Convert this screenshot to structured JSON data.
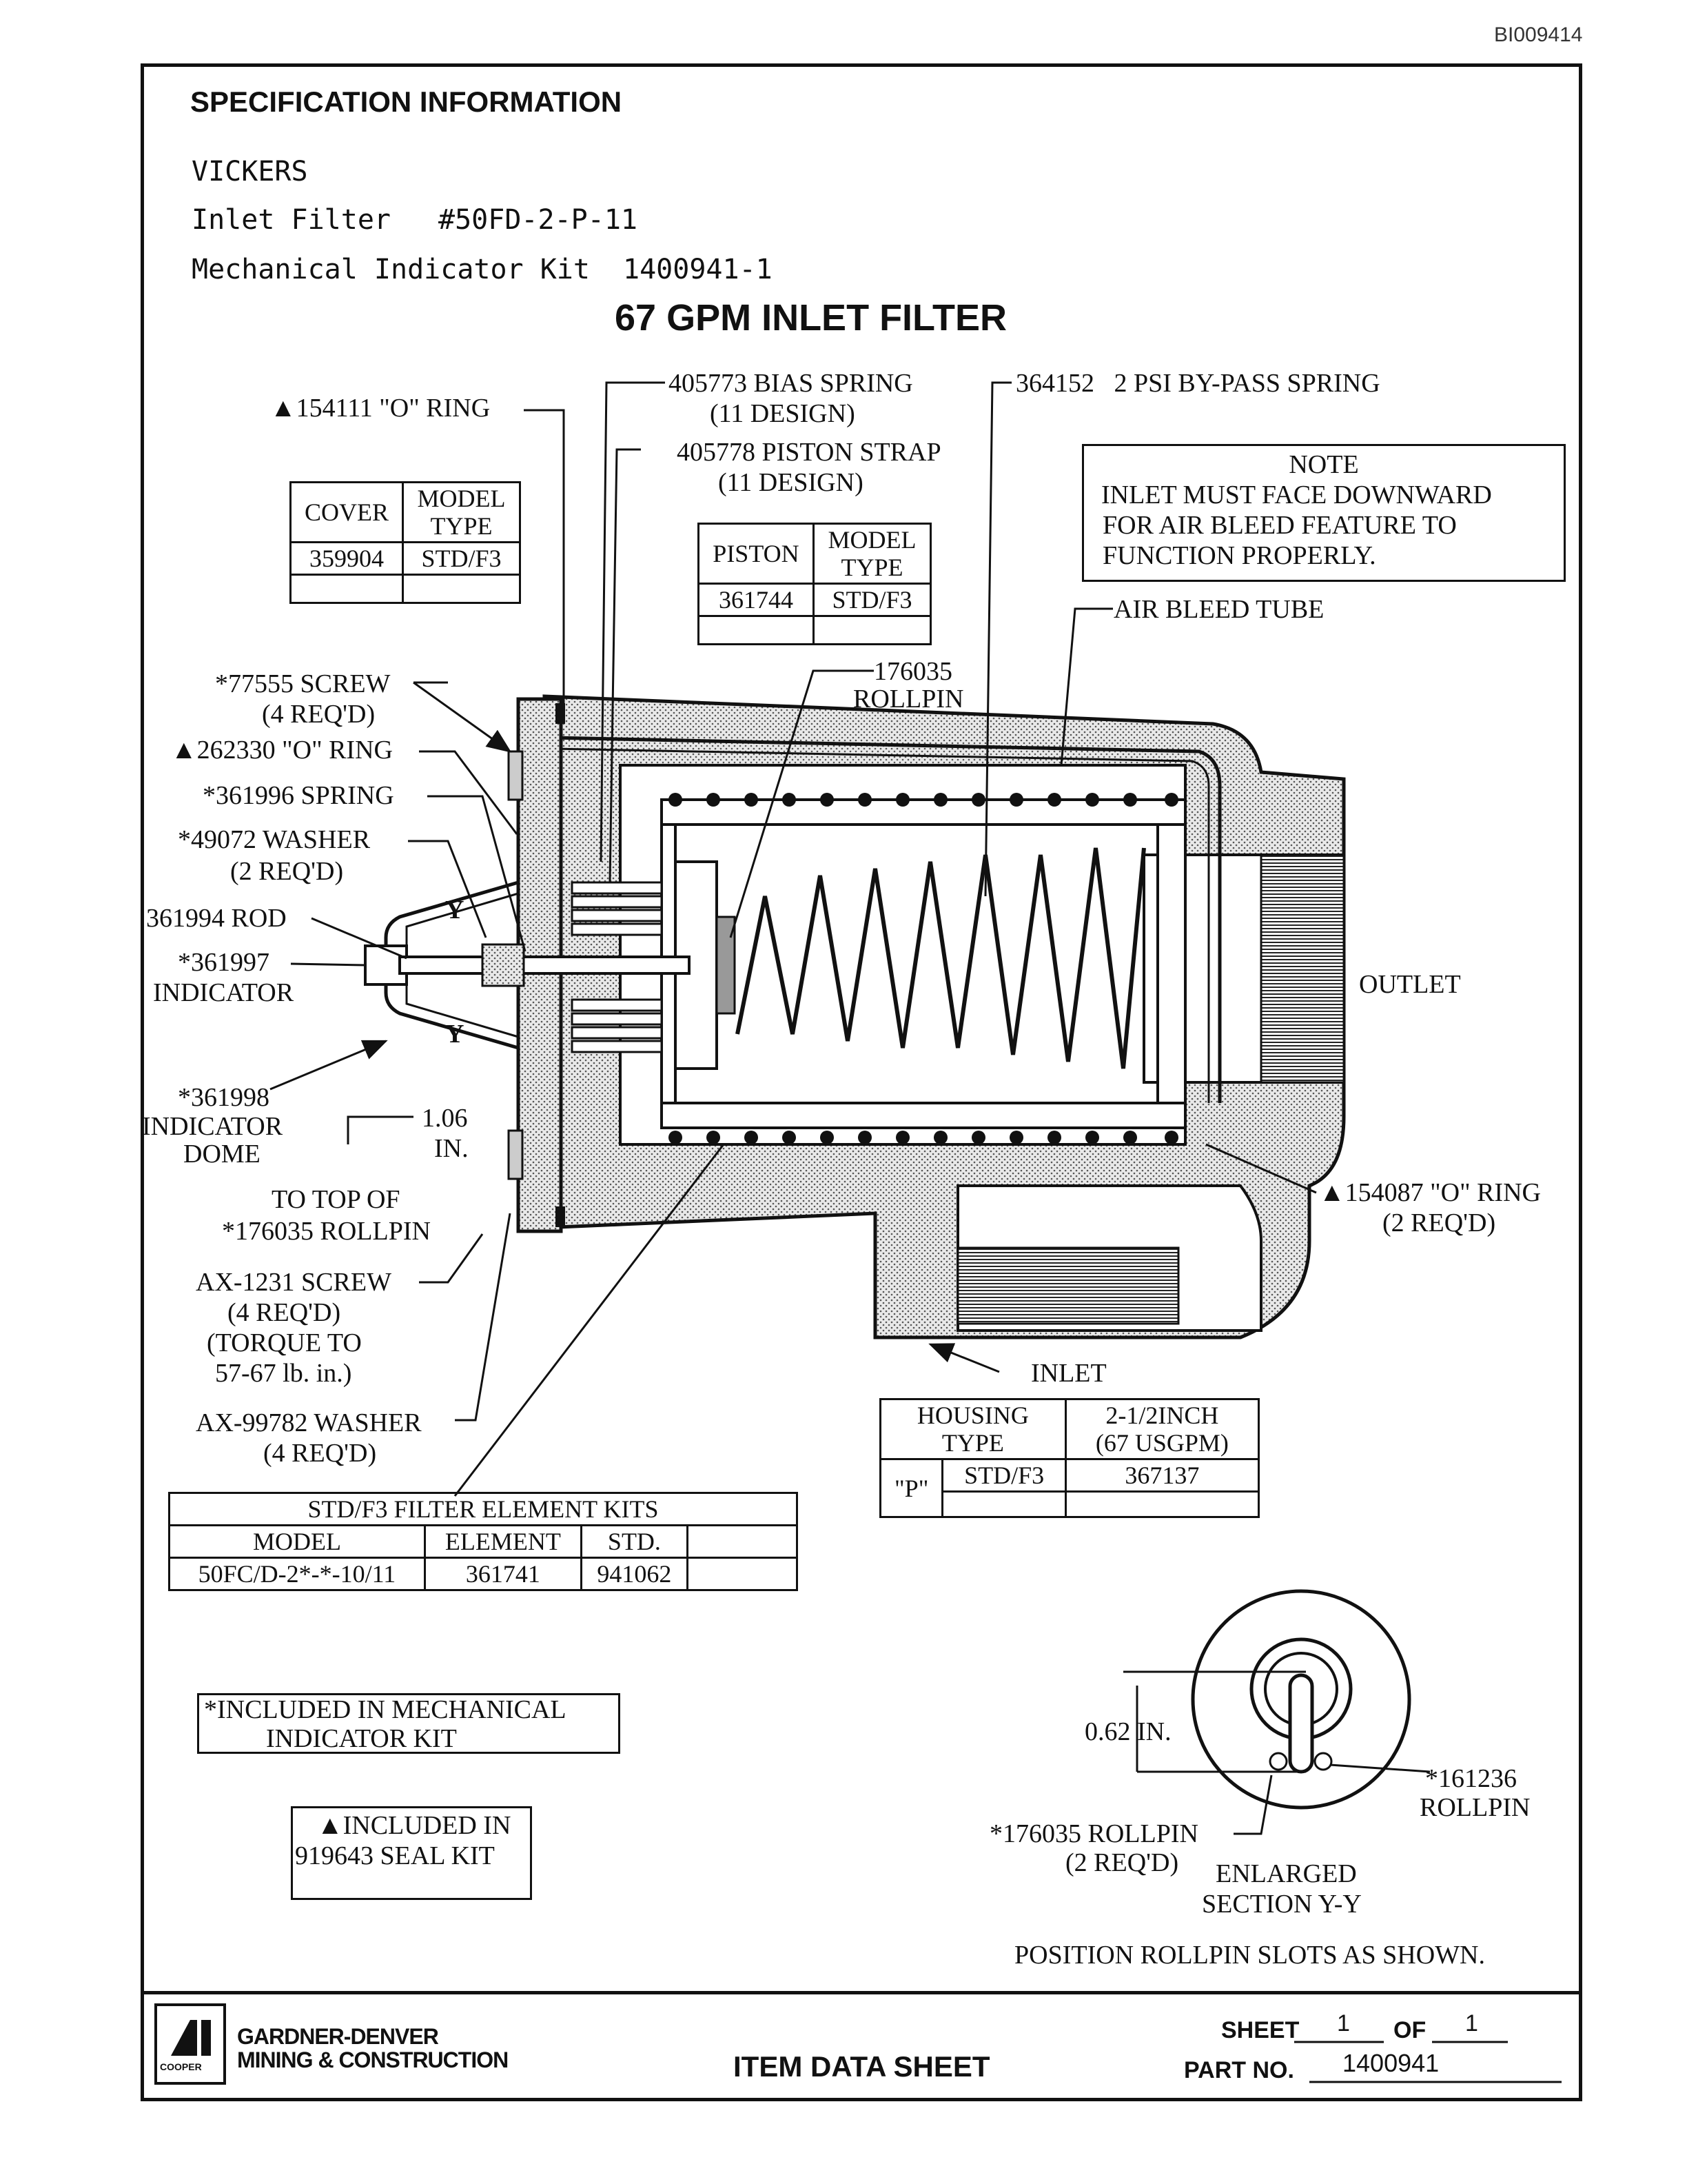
{
  "doc_id": "BI009414",
  "spec": {
    "heading": "SPECIFICATION INFORMATION",
    "maker": "VICKERS",
    "filter_label": "Inlet Filter",
    "filter_number": "#50FD-2-P-11",
    "kit_label": "Mechanical Indicator Kit",
    "kit_number": "1400941-1"
  },
  "title": "67 GPM INLET FILTER",
  "callouts": {
    "o_ring_154111": "▲154111 \"O\" RING",
    "bias_spring": "405773 BIAS SPRING",
    "bias_spring_design": "(11 DESIGN)",
    "piston_strap": "405778 PISTON STRAP",
    "piston_strap_design": "(11 DESIGN)",
    "bypass_spring": "364152   2 PSI BY-PASS SPRING",
    "air_bleed": "AIR BLEED TUBE",
    "rollpin_176035_num": "176035",
    "rollpin_176035_word": "ROLLPIN",
    "screw_77555": "*77555 SCREW",
    "screw_77555_req": "(4 REQ'D)",
    "o_ring_262330": "▲262330 \"O\" RING",
    "spring_361996": "*361996 SPRING",
    "washer_49072": "*49072 WASHER",
    "washer_49072_req": "(2 REQ'D)",
    "rod_361994": "361994 ROD",
    "indicator_361997": "*361997",
    "indicator_word": "INDICATOR",
    "dome_361998": "*361998",
    "dome_indicator": "INDICATOR",
    "dome_word": "DOME",
    "dim_106": "1.06",
    "dim_in": "IN.",
    "to_top_of": "TO TOP OF",
    "to_top_rollpin": "*176035 ROLLPIN",
    "ax1231": "AX-1231 SCREW",
    "ax1231_req": "(4 REQ'D)",
    "ax1231_torque": "(TORQUE TO",
    "ax1231_torque_val": "57-67 lb. in.)",
    "ax99782": "AX-99782 WASHER",
    "ax99782_req": "(4 REQ'D)",
    "outlet": "OUTLET",
    "inlet": "INLET",
    "o_ring_154087": "▲154087 \"O\" RING",
    "o_ring_154087_req": "(2 REQ'D)",
    "y_mark": "Y"
  },
  "note": {
    "heading": "NOTE",
    "line1": "INLET MUST FACE DOWNWARD",
    "line2": "FOR AIR BLEED FEATURE TO",
    "line3": "FUNCTION PROPERLY."
  },
  "cover_table": {
    "h1": "COVER",
    "h2a": "MODEL",
    "h2b": "TYPE",
    "v1": "359904",
    "v2": "STD/F3"
  },
  "piston_table": {
    "h1": "PISTON",
    "h2a": "MODEL",
    "h2b": "TYPE",
    "v1": "361744",
    "v2": "STD/F3"
  },
  "housing_table": {
    "h1a": "HOUSING",
    "h1b": "TYPE",
    "h2a": "2-1/2INCH",
    "h2b": "(67 USGPM)",
    "r1": "\"P\"",
    "r2": "STD/F3",
    "r3": "367137"
  },
  "element_table": {
    "title": "STD/F3 FILTER ELEMENT KITS",
    "h1": "MODEL",
    "h2": "ELEMENT",
    "h3": "STD.",
    "v1": "50FC/D-2*-*-10/11",
    "v2": "361741",
    "v3": "941062"
  },
  "legend": {
    "mech_line1": "*INCLUDED IN MECHANICAL",
    "mech_line2": "INDICATOR KIT",
    "seal_line1": "▲INCLUDED IN",
    "seal_line2": "919643 SEAL KIT"
  },
  "section": {
    "dim": "0.62 IN.",
    "rollpin_161236": "*161236",
    "rollpin_word": "ROLLPIN",
    "rollpin_176035": "*176035 ROLLPIN",
    "rollpin_176035_req": "(2 REQ'D)",
    "enlarged": "ENLARGED",
    "section_yy": "SECTION Y-Y",
    "position_note": "POSITION ROLLPIN SLOTS AS SHOWN."
  },
  "footer": {
    "company_line1": "GARDNER-DENVER",
    "company_line2": "MINING & CONSTRUCTION",
    "logo_sub": "COOPER",
    "doc_type": "ITEM DATA SHEET",
    "sheet_label": "SHEET",
    "sheet_num": "1",
    "of_label": "OF",
    "sheet_total": "1",
    "part_label": "PART NO.",
    "part_no": "1400941"
  }
}
